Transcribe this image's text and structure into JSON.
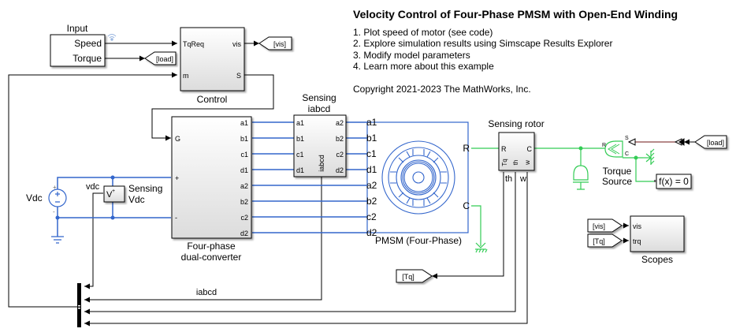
{
  "annotation": {
    "title": "Velocity Control of Four-Phase PMSM with Open-End Winding",
    "items": [
      "1. Plot speed of motor (see code)",
      "2. Explore simulation results using Simscape Results Explorer",
      "3. Modify model parameters",
      "4. Learn more about this example"
    ],
    "copyright": "Copyright 2021-2023 The MathWorks, Inc."
  },
  "colors": {
    "electrical": "#3366cc",
    "mechanical": "#33cc55",
    "signal": "#000000",
    "physical_signal": "#8b4545"
  },
  "blocks": {
    "input": {
      "label": "Input",
      "ports_out": [
        "Speed",
        "Torque"
      ]
    },
    "control": {
      "label": "Control",
      "ports_in": [
        "TqReq",
        "m"
      ],
      "ports_out": [
        "vis",
        "S"
      ]
    },
    "converter": {
      "label_line1": "Four-phase",
      "label_line2": "dual-converter",
      "ports_in": [
        "G",
        "+",
        "-"
      ],
      "ports_out": [
        "a1",
        "b1",
        "c1",
        "d1",
        "a2",
        "b2",
        "c2",
        "d2"
      ]
    },
    "sensing_iabcd": {
      "label_line1": "Sensing",
      "label_line2": "iabcd",
      "ports_in": [
        "a1",
        "b1",
        "c1",
        "d1"
      ],
      "ports_out": [
        "a2",
        "b2",
        "c2",
        "d2"
      ],
      "port_bottom": "iabcd"
    },
    "pmsm": {
      "label": "PMSM (Four-Phase)",
      "ports_in": [
        "a1",
        "b1",
        "c1",
        "d1",
        "a2",
        "b2",
        "c2",
        "d2"
      ],
      "ports_out": [
        "R",
        "C"
      ]
    },
    "sensing_rotor": {
      "label": "Sensing rotor",
      "ports_in": [
        "R"
      ],
      "ports_out": [
        "C"
      ],
      "ports_bottom": [
        "Tq",
        "th",
        "w"
      ],
      "out_labels": [
        "th",
        "w"
      ]
    },
    "vdc_source": {
      "label": "Vdc",
      "plus": "+",
      "minus": "-"
    },
    "sensing_vdc": {
      "label_line1": "Sensing",
      "label_line2": "Vdc",
      "glyph": "V",
      "signal_label": "vdc"
    },
    "torque_source": {
      "label_line1": "Torque",
      "label_line2": "Source",
      "port_r": "R",
      "port_s": "S",
      "port_c": "C"
    },
    "solver": {
      "label": "f(x) = 0"
    },
    "scopes": {
      "label": "Scopes",
      "ports_in": [
        "vis",
        "trq"
      ]
    }
  },
  "goto_from": {
    "goto_vis": "[vis]",
    "goto_load": "[load]",
    "from_load": "[load]",
    "from_vis": "[vis]",
    "from_tq": "[Tq]",
    "goto_tq": "[Tq]"
  },
  "signal_labels": {
    "iabcd": "iabcd"
  }
}
